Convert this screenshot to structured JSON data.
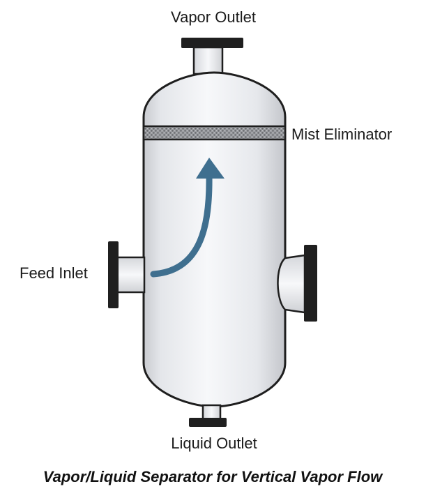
{
  "labels": {
    "vapor_outlet": "Vapor Outlet",
    "mist_eliminator": "Mist Eliminator",
    "feed_inlet": "Feed Inlet",
    "liquid_outlet": "Liquid Outlet"
  },
  "caption": "Vapor/Liquid Separator for Vertical Vapor Flow",
  "colors": {
    "vessel_outline": "#1e1e1e",
    "flange_fill": "#1f1f1f",
    "flow_arrow": "#3f6f8f",
    "vessel_shade_light": "#f7f8fa",
    "vessel_shade_dark": "#c9cbd0"
  }
}
